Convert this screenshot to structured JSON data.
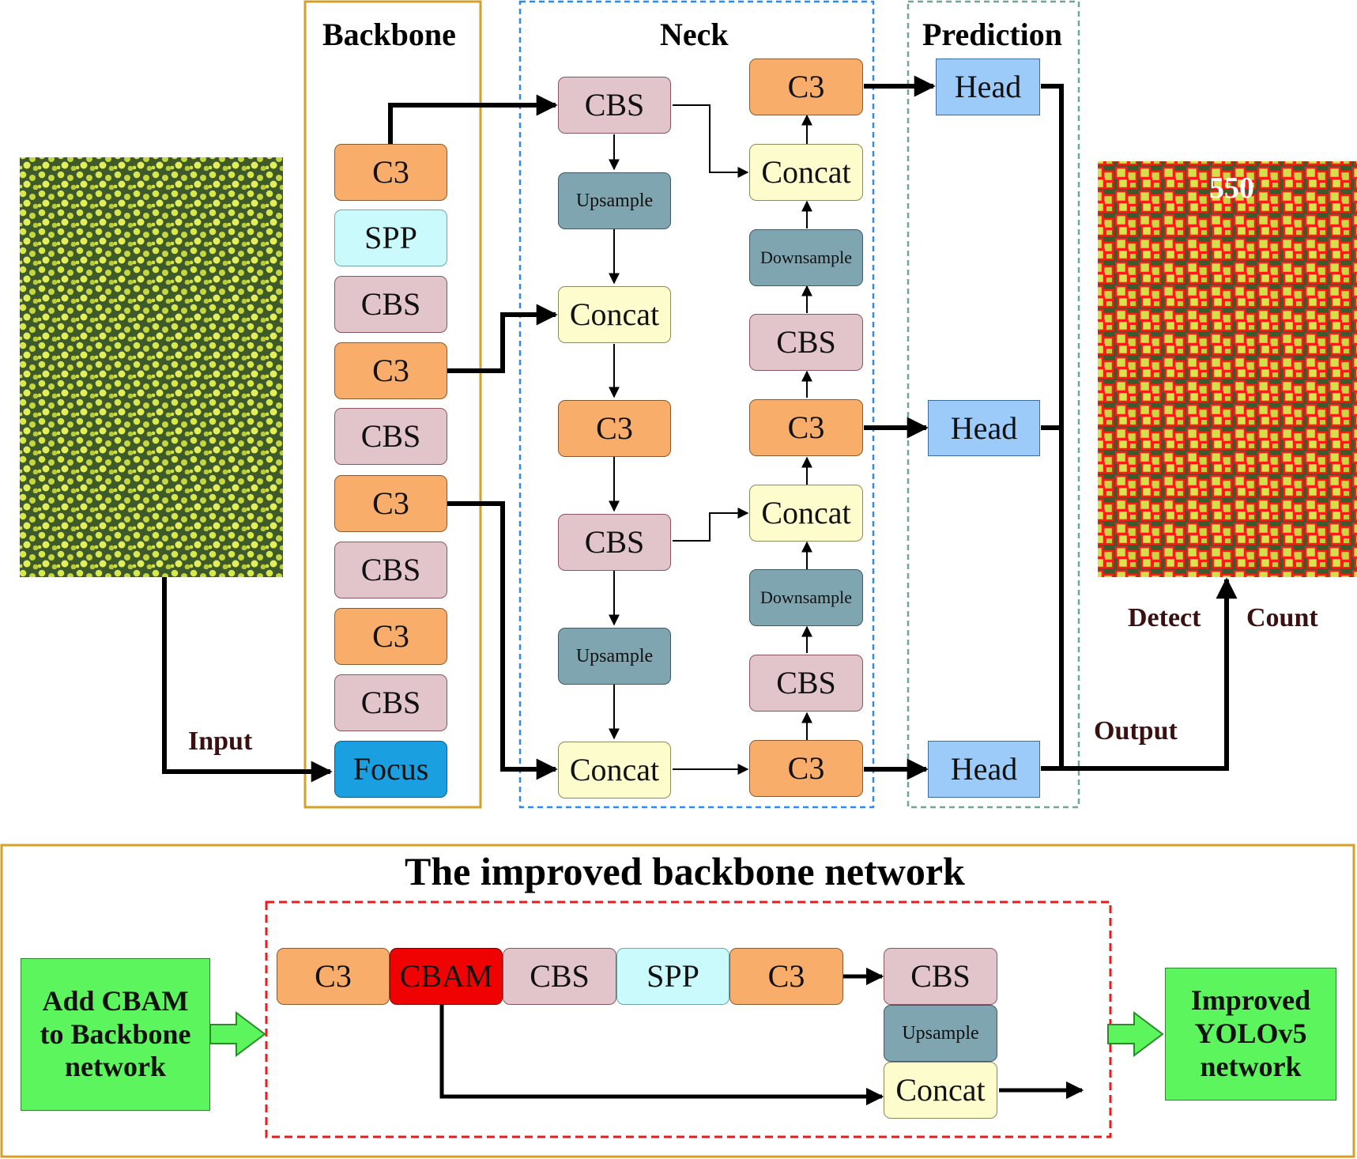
{
  "sections": {
    "backbone": "Backbone",
    "neck": "Neck",
    "prediction": "Prediction"
  },
  "backbone_blocks": [
    "C3",
    "SPP",
    "CBS",
    "C3",
    "CBS",
    "C3",
    "CBS",
    "C3",
    "CBS",
    "Focus"
  ],
  "neck_left": [
    "CBS",
    "Upsample",
    "Concat",
    "C3",
    "CBS",
    "Upsample",
    "Concat"
  ],
  "neck_right": [
    "C3",
    "Concat",
    "Downsample",
    "CBS",
    "C3",
    "Concat",
    "Downsample",
    "CBS",
    "C3"
  ],
  "heads": [
    "Head",
    "Head",
    "Head"
  ],
  "flow_labels": {
    "input": "Input",
    "output": "Output",
    "detect": "Detect",
    "count": "Count"
  },
  "result_count": "550",
  "improved": {
    "title": "The improved backbone network",
    "add_cbam": "Add  CBAM to  Backbone network",
    "result": "Improved YOLOv5 network",
    "chain": [
      "C3",
      "CBAM",
      "CBS",
      "SPP",
      "C3"
    ],
    "stack": [
      "CBS",
      "Upsample",
      "Concat"
    ]
  },
  "colors": {
    "c3": "#f9ad6b",
    "cbs": "#e2c5cb",
    "spp": "#cbfafc",
    "upsample": "#7fa5b1",
    "concat": "#fdfccd",
    "head": "#9ccbf9",
    "focus": "#1aa0e0",
    "cbam": "#f10202",
    "green": "#5df55d",
    "backbone_frame": "#d4a026",
    "neck_frame": "#2b8cf0",
    "prediction_frame": "#6fa890",
    "improved_frame": "#ec1b1b",
    "detection_box": "#ff1a1a",
    "flower": "#d8e84a"
  }
}
